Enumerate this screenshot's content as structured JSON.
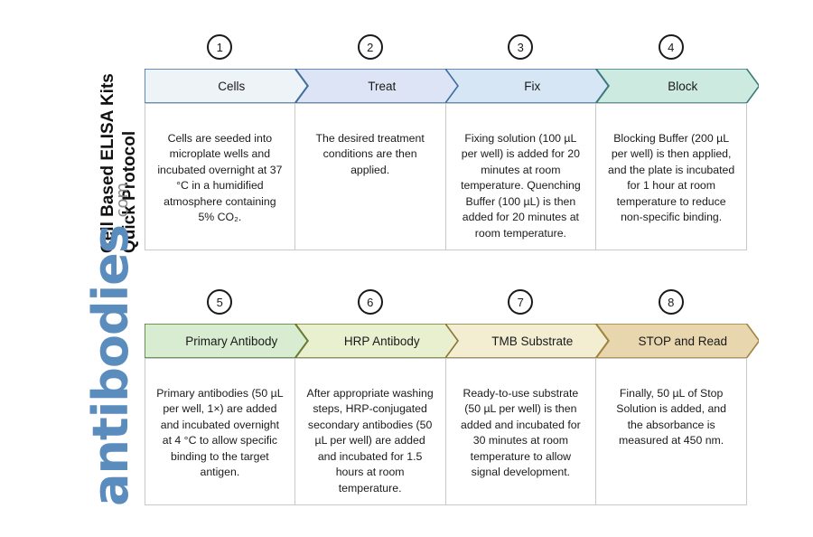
{
  "page": {
    "title": "Cell Based ELISA Kits Quick Protocol",
    "title_line_1": "Cell Based ELISA Kits",
    "title_line_2": "Quick Protocol",
    "background": "#ffffff"
  },
  "logo": {
    "name": "antibodies",
    "tld": ".com",
    "brand_color": "#5b8cbe",
    "tld_color": "#8b8b8b"
  },
  "flow": {
    "rows": [
      {
        "row_id": "row-1",
        "steps": [
          {
            "number": "1",
            "label": "Cells",
            "fill": "#eef3f8",
            "stroke": "#3f6e9e",
            "body": "Cells are seeded into microplate wells and incubated overnight at 37 °C in a humidified atmosphere containing 5% CO₂."
          },
          {
            "number": "2",
            "label": "Treat",
            "fill": "#dce4f5",
            "stroke": "#3f6e9e",
            "body": "The desired treatment conditions are then applied."
          },
          {
            "number": "3",
            "label": "Fix",
            "fill": "#d6e6f5",
            "stroke": "#3f6e9e",
            "body": "Fixing solution (100 µL per well) is added for 20 minutes at room temperature. Quenching Buffer (100 µL) is then added for 20 minutes at room temperature."
          },
          {
            "number": "4",
            "label": "Block",
            "fill": "#cdeae0",
            "stroke": "#3d7a77",
            "body": "Blocking Buffer (200 µL per well) is then applied, and the plate is incubated for 1 hour at room temperature to reduce non-specific binding."
          }
        ]
      },
      {
        "row_id": "row-2",
        "steps": [
          {
            "number": "5",
            "label": "Primary Antibody",
            "fill": "#d8ecd2",
            "stroke": "#4f7a2e",
            "body": "Primary antibodies (50 µL per well, 1×) are added and incubated overnight at 4 °C to allow specific binding to the target antigen."
          },
          {
            "number": "6",
            "label": "HRP Antibody",
            "fill": "#e9f0cf",
            "stroke": "#6f7a2e",
            "body": "After appropriate washing steps, HRP-conjugated secondary antibodies (50 µL per well) are added and incubated for 1.5 hours at room temperature."
          },
          {
            "number": "7",
            "label": "TMB Substrate",
            "fill": "#f3eed2",
            "stroke": "#8a7636",
            "body": "Ready-to-use substrate (50 µL per well) is then added and incubated for 30 minutes at room temperature to allow signal development."
          },
          {
            "number": "8",
            "label": "STOP and Read",
            "fill": "#e8d6ae",
            "stroke": "#a1843f",
            "body": "Finally, 50 µL of Stop Solution is added, and the absorbance is measured at 450 nm."
          }
        ]
      }
    ]
  }
}
